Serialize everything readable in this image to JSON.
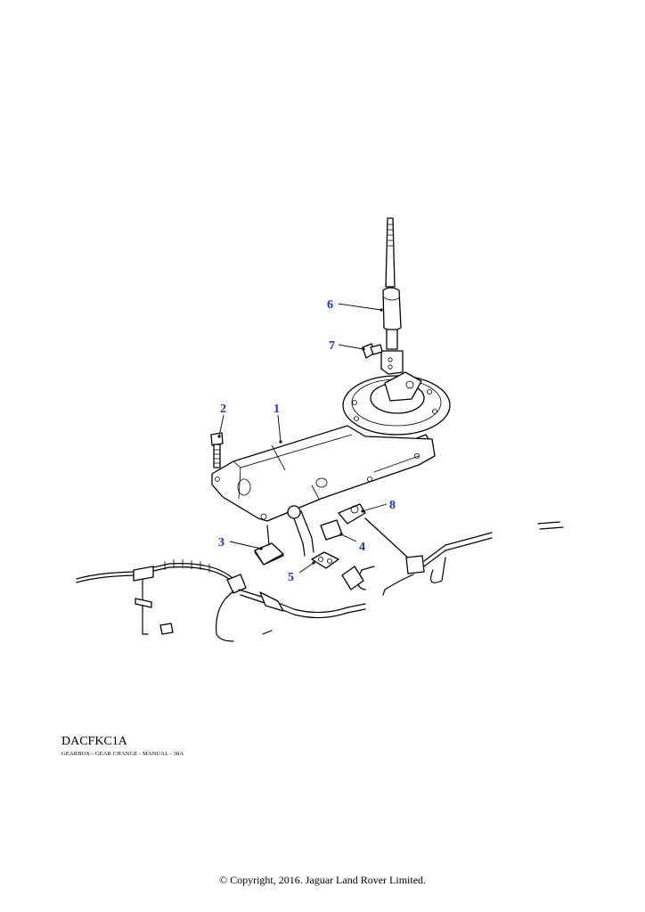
{
  "diagram": {
    "reference_code": "DACFKC1A",
    "caption": "GEARBOX - GEAR CHANGE - MANUAL - 38A",
    "callouts": [
      "1",
      "2",
      "3",
      "4",
      "5",
      "6",
      "7",
      "8"
    ]
  },
  "footer": {
    "copyright": "© Copyright, 2016. Jaguar Land Rover Limited."
  },
  "colors": {
    "callout": "#1a2fd0",
    "line": "#000000",
    "background": "#ffffff"
  }
}
